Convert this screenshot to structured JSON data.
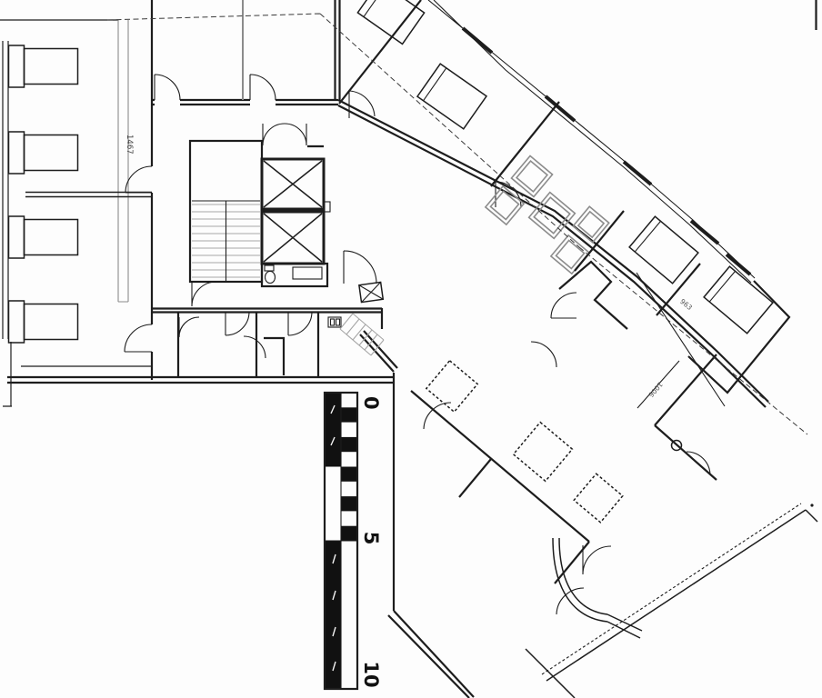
{
  "drawing": {
    "kind": "architectural floor plan (scanned)",
    "labels": {
      "left_wing_dimension": "1467",
      "axis_dimension": "963",
      "wing_dimension": "1006"
    },
    "scale_bar": {
      "tick_start": "0",
      "tick_mid": "5",
      "tick_end": "10"
    }
  },
  "colors": {
    "ink": "#1d1d1d",
    "gray": "#8c8c8c",
    "light": "#a6a6a6",
    "paper": "#fdfdfd"
  }
}
